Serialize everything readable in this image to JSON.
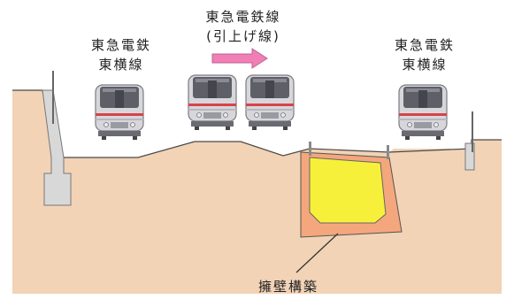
{
  "labels": {
    "left_train": [
      "東急電鉄",
      "東横線"
    ],
    "center_train": [
      "東急電鉄線",
      "(引上げ線)"
    ],
    "right_train": [
      "東急電鉄",
      "東横線"
    ],
    "construction": "擁壁構築"
  },
  "colors": {
    "ground": "#f2d3b6",
    "retaining_wall": "#f4a77c",
    "trench_fill": "#f7f03a",
    "train_body": "#d7d7db",
    "train_stripe": "#d8434a",
    "arrow": "#f07fb6",
    "foundation": "#d8d8d8"
  },
  "icons": {
    "direction_arrow": "arrow-right-icon",
    "train": "train-front-icon"
  }
}
